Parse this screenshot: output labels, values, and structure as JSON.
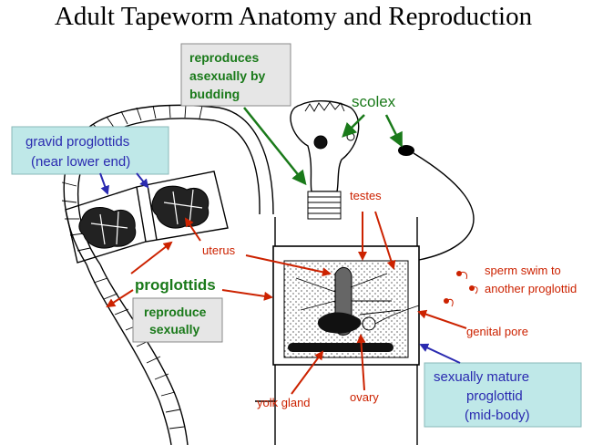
{
  "title": "Adult Tapeworm Anatomy and Reproduction",
  "labels": {
    "budding": [
      "reproduces",
      "asexually by",
      "budding"
    ],
    "scolex": "scolex",
    "gravid": [
      "gravid proglottids",
      "(near lower end)"
    ],
    "testes": "testes",
    "uterus": "uterus",
    "proglottids": "proglottids",
    "reproduce": [
      "reproduce",
      "sexually"
    ],
    "sperm": [
      "sperm swim to",
      "another  proglottid"
    ],
    "genital_pore": "genital pore",
    "mature": [
      "sexually mature",
      "proglottid",
      "(mid-body)"
    ],
    "yolk_gland": "yolk gland",
    "ovary": "ovary"
  },
  "colors": {
    "red": "#cc2200",
    "green": "#1a7a1a",
    "blue": "#2a2ab0",
    "gray_box": "#e6e6e6",
    "cyan_box": "#bfe8e8"
  }
}
